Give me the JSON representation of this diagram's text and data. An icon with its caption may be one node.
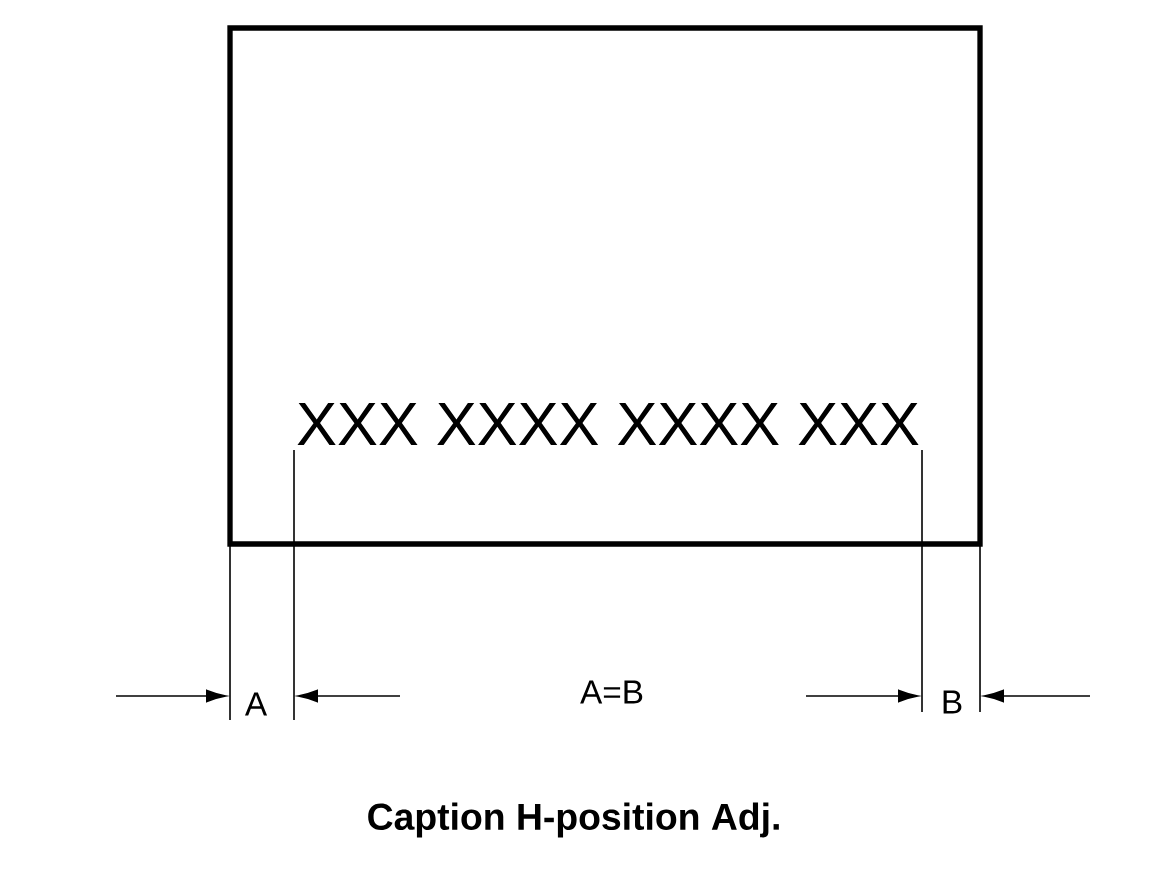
{
  "diagram": {
    "caption": "Caption H-position Adj.",
    "nodes": [
      {
        "text": [
          "XXX XXXX XXXX XXX"
        ]
      }
    ],
    "labels": [
      "A",
      "A=B",
      "B"
    ]
  }
}
